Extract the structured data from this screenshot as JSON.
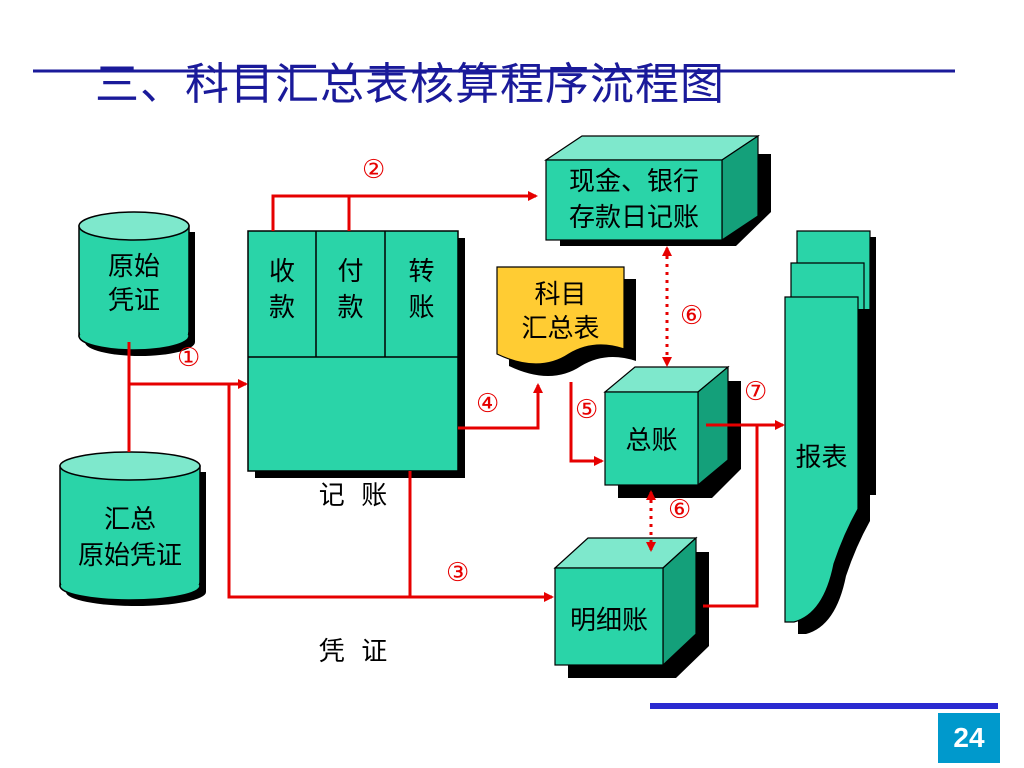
{
  "slide": {
    "title": "三、科目汇总表核算程序流程图",
    "page_number": "24"
  },
  "colors": {
    "box_fill": "#2ad4a8",
    "box_top": "#7ee8cc",
    "box_side": "#14a07a",
    "arrow": "#e60000",
    "title": "#1a1a9a",
    "summary_fill": "#ffcc33",
    "page_badge": "#0099cc"
  },
  "nodes": {
    "original_voucher_1": "原始",
    "original_voucher_2": "凭证",
    "summary_voucher_1": "汇总",
    "summary_voucher_2": "原始凭证",
    "receipt_1": "收",
    "receipt_2": "款",
    "payment_1": "付",
    "payment_2": "款",
    "transfer_1": "转",
    "transfer_2": "账",
    "bookkeeping_1": "记  账",
    "bookkeeping_2": "凭  证",
    "cash_bank_1": "现金、银行",
    "cash_bank_2": "存款日记账",
    "account_summary_1": "科目",
    "account_summary_2": "汇总表",
    "general_ledger": "总账",
    "subsidiary_ledger": "明细账",
    "reports": "报表"
  },
  "steps": {
    "s1": "①",
    "s2": "②",
    "s3": "③",
    "s4": "④",
    "s5": "⑤",
    "s6a": "⑥",
    "s6b": "⑥",
    "s7": "⑦"
  }
}
